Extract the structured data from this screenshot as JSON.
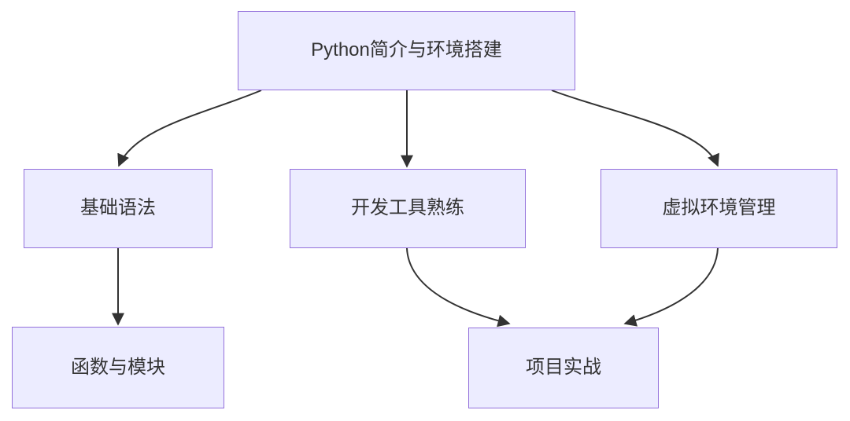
{
  "diagram": {
    "type": "flowchart",
    "colors": {
      "node_fill": "#ECECFF",
      "node_border": "#9370DB",
      "edge": "#333333",
      "text": "#333333",
      "background": "#FFFFFF"
    },
    "nodes": [
      {
        "id": "intro",
        "label": "Python简介与环境搭建"
      },
      {
        "id": "syntax",
        "label": "基础语法"
      },
      {
        "id": "tools",
        "label": "开发工具熟练"
      },
      {
        "id": "venv",
        "label": "虚拟环境管理"
      },
      {
        "id": "functions",
        "label": "函数与模块"
      },
      {
        "id": "project",
        "label": "项目实战"
      }
    ],
    "edges": [
      {
        "from": "intro",
        "to": "syntax"
      },
      {
        "from": "intro",
        "to": "tools"
      },
      {
        "from": "intro",
        "to": "venv"
      },
      {
        "from": "syntax",
        "to": "functions"
      },
      {
        "from": "tools",
        "to": "project"
      },
      {
        "from": "venv",
        "to": "project"
      }
    ]
  }
}
